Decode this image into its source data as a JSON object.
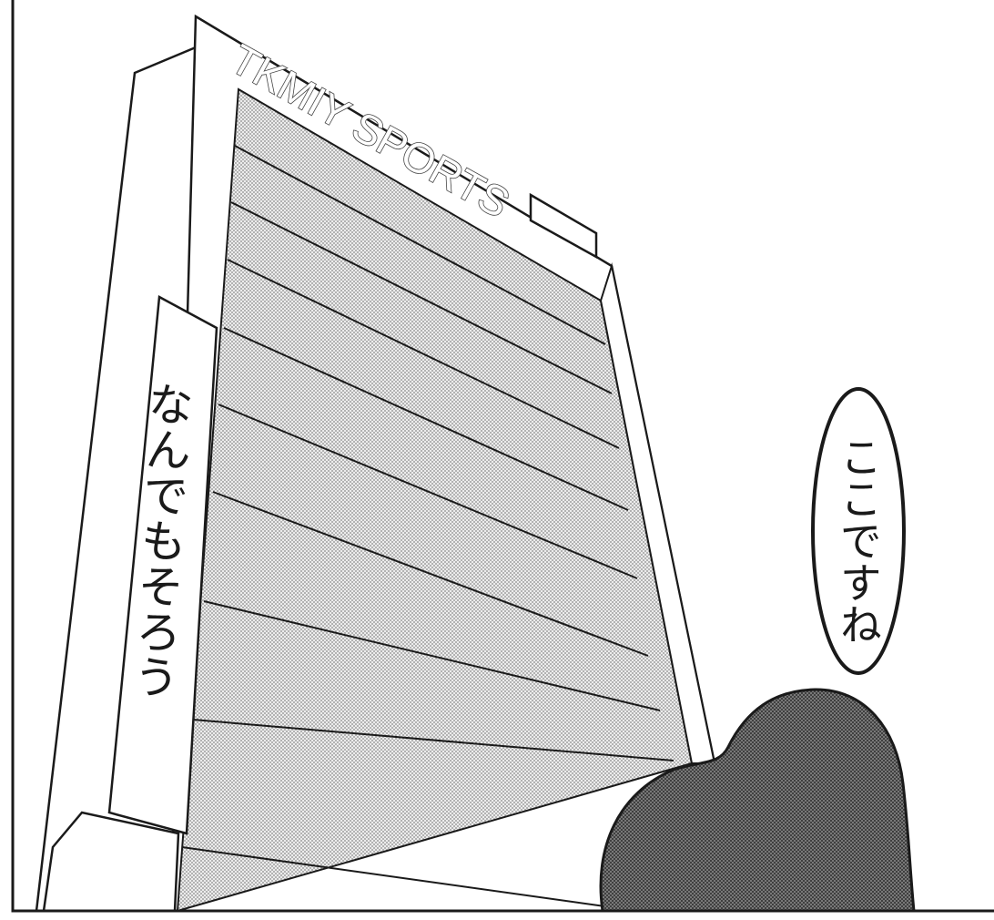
{
  "building": {
    "sign_text": "TKMIY SPORTS",
    "banner_text": "なんでもそろう"
  },
  "speech_bubble": {
    "text": "ここですね"
  },
  "colors": {
    "ink": "#1a1a1a",
    "screentone_light": "#c8c8c8",
    "screentone_dark": "#6e6e6e",
    "paper": "#ffffff"
  }
}
